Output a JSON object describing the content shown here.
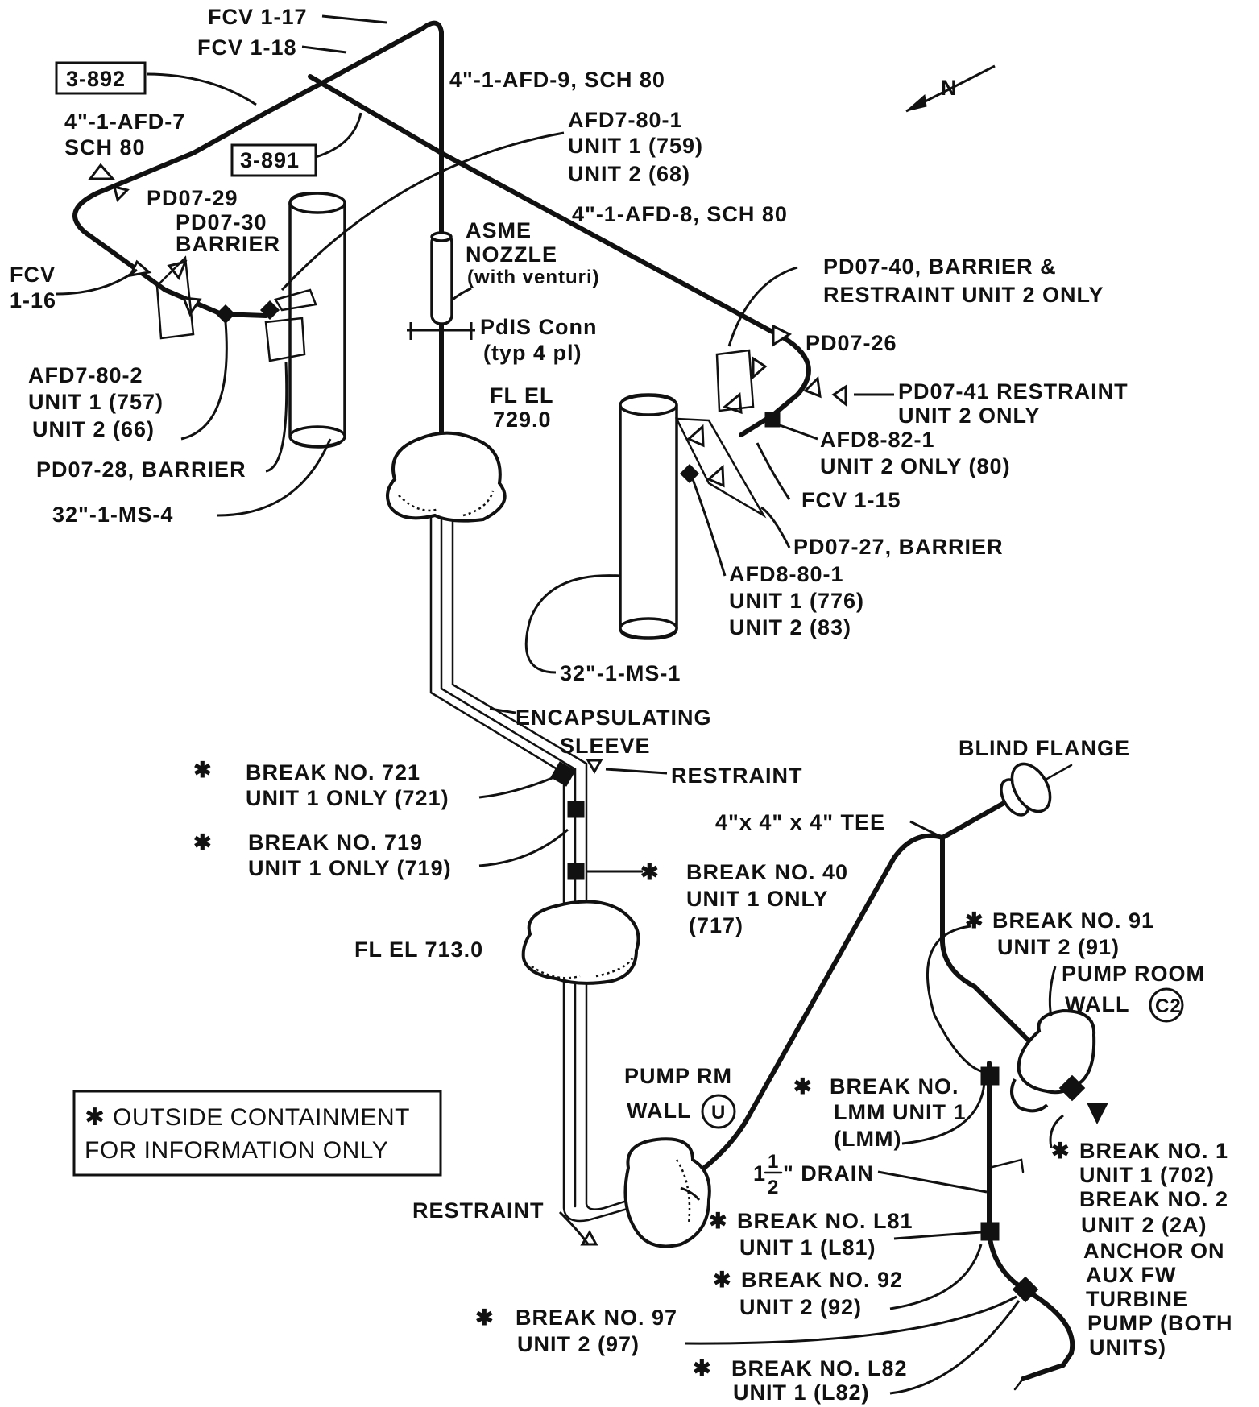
{
  "labels": {
    "fcv_1_17": "FCV 1-17",
    "fcv_1_18": "FCV 1-18",
    "box_3_892": "3-892",
    "box_3_891": "3-891",
    "pipe_afd7_line1": "4\"-1-AFD-7",
    "pipe_afd7_line2": "SCH 80",
    "pipe_afd9": "4\"-1-AFD-9, SCH 80",
    "afd7_80_1_a": "AFD7-80-1",
    "afd7_80_1_b": "UNIT 1 (759)",
    "afd7_80_1_c": "UNIT 2 (68)",
    "pipe_afd8": "4\"-1-AFD-8, SCH 80",
    "pd07_29": "PD07-29",
    "pd07_30_a": "PD07-30",
    "pd07_30_b": "BARRIER",
    "fcv_1_16_a": "FCV",
    "fcv_1_16_b": "1-16",
    "asme_a": "ASME",
    "asme_b": "NOZZLE",
    "asme_c": "(with venturi)",
    "pdis_a": "PdIS Conn",
    "pdis_b": "(typ 4 pl)",
    "pd07_40_a": "PD07-40, BARRIER  &",
    "pd07_40_b": "RESTRAINT  UNIT 2 ONLY",
    "pd07_26": "PD07-26",
    "pd07_41_a": "PD07-41 RESTRAINT",
    "pd07_41_b": "UNIT 2 ONLY",
    "afd7_80_2_a": "AFD7-80-2",
    "afd7_80_2_b": "UNIT 1 (757)",
    "afd7_80_2_c": "UNIT 2 (66)",
    "fl_el_729_a": "FL EL",
    "fl_el_729_b": "729.0",
    "afd8_82_1_a": "AFD8-82-1",
    "afd8_82_1_b": "UNIT 2 ONLY (80)",
    "pd07_28": "PD07-28, BARRIER",
    "fcv_1_15": "FCV 1-15",
    "ms4": "32\"-1-MS-4",
    "pd07_27": "PD07-27, BARRIER",
    "afd8_80_1_a": "AFD8-80-1",
    "afd8_80_1_b": "UNIT 1 (776)",
    "afd8_80_1_c": "UNIT 2 (83)",
    "ms1": "32\"-1-MS-1",
    "encap_a": "ENCAPSULATING",
    "encap_b": "SLEEVE",
    "blind_flange": "BLIND FLANGE",
    "restraint_upper": "RESTRAINT",
    "break721_a": "BREAK NO. 721",
    "break721_b": "UNIT 1 ONLY (721)",
    "tee": "4\"x 4\" x 4\" TEE",
    "break719_a": "BREAK NO. 719",
    "break719_b": "UNIT 1 ONLY (719)",
    "break40_a": "BREAK NO. 40",
    "break40_b": "UNIT 1 ONLY",
    "break40_c": "(717)",
    "break91_a": "BREAK NO. 91",
    "break91_b": "UNIT 2 (91)",
    "fl_el_713": "FL EL 713.0",
    "pump_room_wall_a": "PUMP ROOM",
    "pump_room_wall_b": "WALL",
    "wall_c2": "C2",
    "pump_rm_wall_a": "PUMP RM",
    "pump_rm_wall_b": "WALL",
    "wall_u": "U",
    "break_lmm_a": "BREAK NO.",
    "break_lmm_b": "LMM UNIT 1",
    "break_lmm_c": "(LMM)",
    "outside_note_a": "OUTSIDE CONTAINMENT",
    "outside_note_b": "FOR INFORMATION ONLY",
    "drain_whole": "1",
    "drain_num": "1",
    "drain_den": "2",
    "drain_label": "\" DRAIN",
    "break1_a": "BREAK NO. 1",
    "break1_b": "UNIT 1 (702)",
    "break1_c": "BREAK NO. 2",
    "break1_d": "UNIT 2 (2A)",
    "break1_e": "ANCHOR ON",
    "break1_f": "AUX FW",
    "break1_g": "TURBINE",
    "break1_h": "PUMP (BOTH",
    "break1_i": "UNITS)",
    "restraint_lower": "RESTRAINT",
    "breakL81_a": "BREAK NO. L81",
    "breakL81_b": "UNIT 1 (L81)",
    "break92_a": "BREAK NO. 92",
    "break92_b": "UNIT 2 (92)",
    "break97_a": "BREAK NO. 97",
    "break97_b": "UNIT 2 (97)",
    "breakL82_a": "BREAK NO. L82",
    "breakL82_b": "UNIT 1 (L82)",
    "north": "N",
    "asterisk": "✱"
  },
  "icons": {
    "north_arrow": "north-arrow-icon",
    "outside_marker": "asterisk-icon",
    "restraint": "triangle-restraint-icon",
    "break_point": "filled-square-break-icon"
  },
  "colors": {
    "ink": "#111111",
    "paper": "#ffffff"
  }
}
